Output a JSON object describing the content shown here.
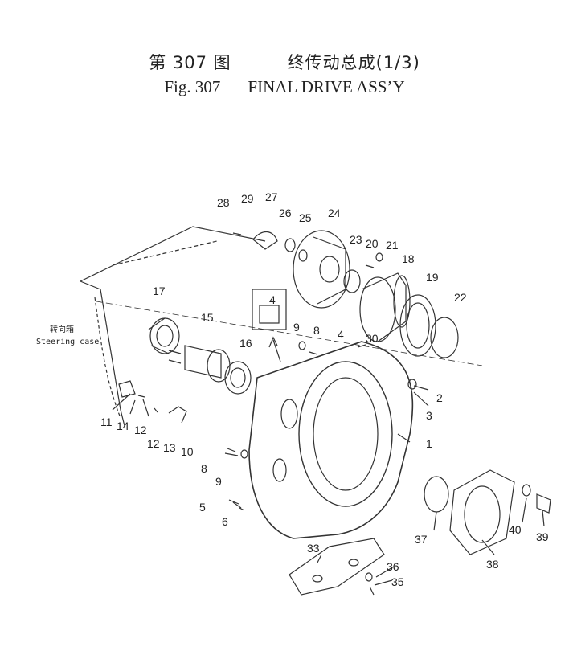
{
  "title": {
    "chinese_fig": "第 307 图",
    "chinese_name": "终传动总成(1/3)",
    "english_fig": "Fig. 307",
    "english_name": "FINAL DRIVE ASS’Y"
  },
  "captions": {
    "steering_cn": "转向箱",
    "steering_en": "Steering case"
  },
  "part_labels": [
    "28",
    "29",
    "27",
    "26",
    "25",
    "24",
    "23",
    "20",
    "21",
    "18",
    "19",
    "22",
    "17",
    "15",
    "4",
    "9",
    "8",
    "4",
    "30",
    "16",
    "2",
    "3",
    "1",
    "11",
    "14",
    "12",
    "12",
    "13",
    "10",
    "8",
    "9",
    "5",
    "6",
    "37",
    "40",
    "39",
    "38",
    "33",
    "36",
    "35"
  ]
}
